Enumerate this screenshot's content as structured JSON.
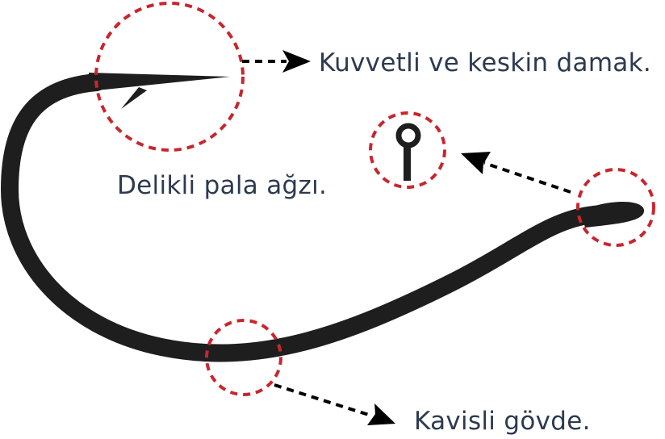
{
  "labels": {
    "point": "Kuvvetli ve keskin damak.",
    "eye": "Delikli pala ağzı.",
    "bend": "Kavisli gövde."
  },
  "colors": {
    "hook": "#1e1e1e",
    "highlight_circle": "#c8262e",
    "text": "#2c3a4f",
    "arrow": "#000000"
  },
  "icons": [
    "fishing-hook",
    "hook-eye",
    "dashed-arrow"
  ]
}
